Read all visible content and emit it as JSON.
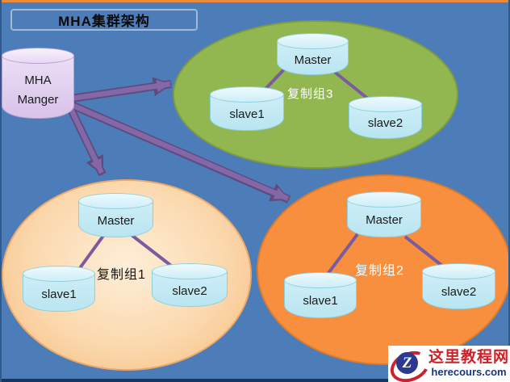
{
  "title": "MHA集群架构",
  "manager": {
    "line1": "MHA",
    "line2": "Manger"
  },
  "groups": [
    {
      "name": "group-3",
      "label": "复制组3",
      "master": "Master",
      "slave1": "slave1",
      "slave2": "slave2"
    },
    {
      "name": "group-1",
      "label": "复制组1",
      "master": "Master",
      "slave1": "slave1",
      "slave2": "slave2"
    },
    {
      "name": "group-2",
      "label": "复制组2",
      "master": "Master",
      "slave1": "slave1",
      "slave2": "slave2"
    }
  ],
  "watermark": {
    "logo_letter": "Z",
    "site_name": "这里教程网",
    "site_url": "herecours.com"
  },
  "colors": {
    "background": "#4d7db9",
    "top_strip": "#ec8b3e",
    "bottom_strip": "#17365d",
    "group3_fill": "#93b750",
    "group1_fill_center": "#fdeed8",
    "group1_fill_edge": "#f7ba7c",
    "group2_fill": "#f78f3f",
    "arrow_purple": "#8467a6",
    "cylinder_blue": "#c4eaf4",
    "manager_lavender": "#ddc9ec",
    "watermark_red": "#cc2127",
    "watermark_navy": "#2b3990"
  }
}
